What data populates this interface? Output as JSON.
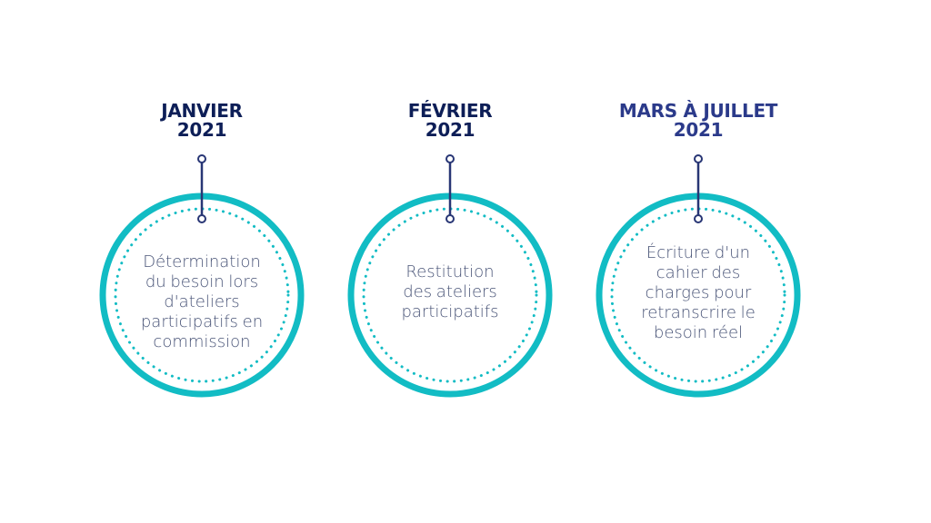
{
  "colors": {
    "date": "#0d1e57",
    "date_alt": "#2b3a8a",
    "ring": "#12bcc4",
    "connector": "#283675",
    "body_text": "#4a5578"
  },
  "steps": [
    {
      "date_lines": [
        "JANVIER",
        "2021"
      ],
      "text_lines": [
        "Détermination",
        "du besoin lors",
        "d'ateliers",
        "participatifs en",
        "commission"
      ]
    },
    {
      "date_lines": [
        "FÉVRIER",
        "2021"
      ],
      "text_lines": [
        "Restitution",
        "des ateliers",
        "participatifs"
      ]
    },
    {
      "date_lines": [
        "MARS À JUILLET",
        "2021"
      ],
      "text_lines": [
        "Écriture d'un",
        "cahier des",
        "charges pour",
        "retranscrire le",
        "besoin réel"
      ]
    }
  ]
}
